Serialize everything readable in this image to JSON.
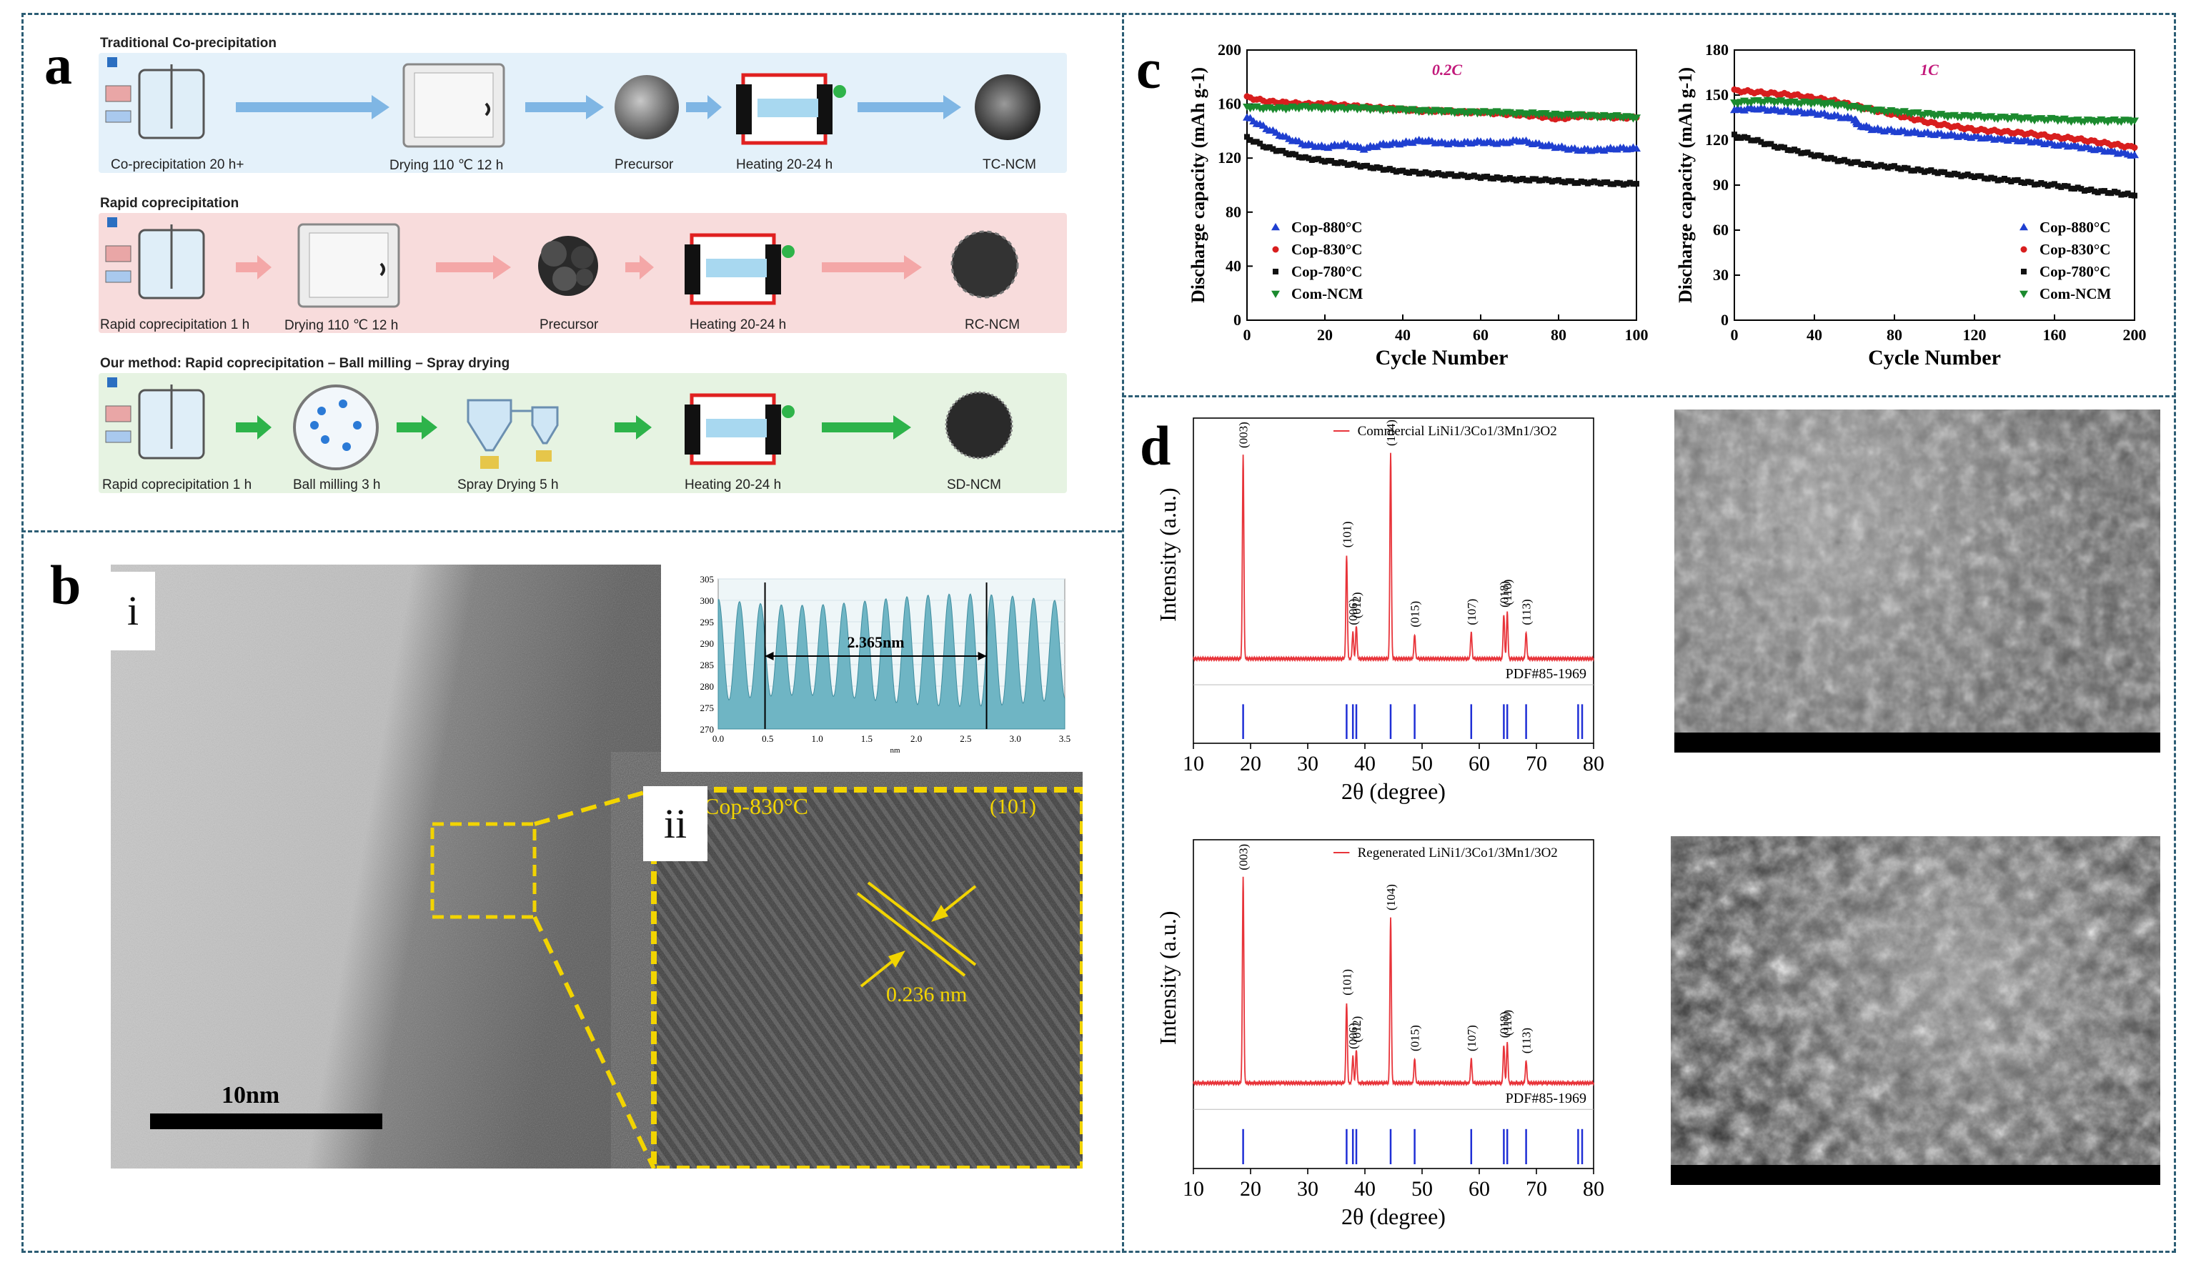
{
  "panels": {
    "a": "a",
    "b": "b",
    "c": "c",
    "d": "d"
  },
  "panel_a": {
    "rows": [
      {
        "title": "Traditional Co-precipitation",
        "captions": [
          "Co-precipitation 20 h+",
          "Drying 110 ℃ 12 h",
          "Precursor",
          "Heating 20-24 h",
          "TC-NCM"
        ]
      },
      {
        "title": "Rapid coprecipitation",
        "captions": [
          "Rapid coprecipitation 1 h",
          "Drying 110 ℃ 12 h",
          "Precursor",
          "Heating 20-24 h",
          "RC-NCM"
        ]
      },
      {
        "title": "Our method: Rapid coprecipitation – Ball milling – Spray drying",
        "captions": [
          "Rapid coprecipitation 1 h",
          "Ball milling 3 h",
          "Spray Drying 5 h",
          "Heating 20-24 h",
          "SD-NCM"
        ]
      }
    ],
    "colors": {
      "row1": "#e4f1fa",
      "row2": "#f8dcdc",
      "row3": "#e6f3e2",
      "arrow1": "#6aa8dc",
      "arrow2": "#f4a0a0",
      "arrow3": "#2db34a"
    }
  },
  "panel_b": {
    "label_i": "i",
    "label_ii": "ii",
    "scale_bar": "10nm",
    "inset_label": "Cop-830°C",
    "plane": "(101)",
    "d_spacing": "0.236 nm",
    "profile_measure": "2.365nm",
    "profile_y_ticks": [
      "305",
      "300",
      "295",
      "290",
      "285",
      "280",
      "275",
      "270"
    ],
    "profile_x_ticks": [
      "0.0",
      "0.5",
      "1.0",
      "1.5",
      "2.0",
      "2.5",
      "3.0",
      "3.5"
    ],
    "profile_xlabel": "nm"
  },
  "chart_data": [
    {
      "type": "scatter",
      "title": "0.2C",
      "xlabel": "Cycle Number",
      "ylabel": "Discharge capacity (mAh g-1)",
      "xlim": [
        0,
        100
      ],
      "ylim": [
        0,
        200
      ],
      "x_ticks": [
        "0",
        "20",
        "40",
        "60",
        "80",
        "100"
      ],
      "y_ticks": [
        "0",
        "40",
        "80",
        "120",
        "160",
        "200"
      ],
      "legend_position": "lower-left",
      "series": [
        {
          "name": "Cop-880°C",
          "color": "#1f3fd0",
          "marker": "triangle-up",
          "points": [
            [
              0,
              150
            ],
            [
              5,
              142
            ],
            [
              10,
              135
            ],
            [
              15,
              130
            ],
            [
              20,
              128
            ],
            [
              25,
              130
            ],
            [
              30,
              127
            ],
            [
              35,
              130
            ],
            [
              40,
              131
            ],
            [
              45,
              133
            ],
            [
              50,
              131
            ],
            [
              55,
              131
            ],
            [
              60,
              132
            ],
            [
              65,
              131
            ],
            [
              70,
              133
            ],
            [
              75,
              130
            ],
            [
              80,
              128
            ],
            [
              85,
              126
            ],
            [
              90,
              126
            ],
            [
              95,
              127
            ],
            [
              100,
              127
            ]
          ]
        },
        {
          "name": "Cop-830°C",
          "color": "#d81e1e",
          "marker": "circle",
          "points": [
            [
              0,
              165
            ],
            [
              5,
              162
            ],
            [
              10,
              161
            ],
            [
              15,
              160
            ],
            [
              20,
              160
            ],
            [
              25,
              159
            ],
            [
              30,
              158
            ],
            [
              35,
              157
            ],
            [
              40,
              156
            ],
            [
              45,
              155
            ],
            [
              50,
              155
            ],
            [
              55,
              154
            ],
            [
              60,
              154
            ],
            [
              65,
              153
            ],
            [
              70,
              152
            ],
            [
              75,
              151
            ],
            [
              80,
              149
            ],
            [
              85,
              151
            ],
            [
              90,
              151
            ],
            [
              95,
              150
            ],
            [
              100,
              150
            ]
          ]
        },
        {
          "name": "Cop-780°C",
          "color": "#111111",
          "marker": "square",
          "points": [
            [
              0,
              135
            ],
            [
              5,
              128
            ],
            [
              10,
              124
            ],
            [
              15,
              120
            ],
            [
              20,
              118
            ],
            [
              25,
              116
            ],
            [
              30,
              114
            ],
            [
              35,
              112
            ],
            [
              40,
              110
            ],
            [
              45,
              109
            ],
            [
              50,
              108
            ],
            [
              55,
              107
            ],
            [
              60,
              106
            ],
            [
              65,
              105
            ],
            [
              70,
              104
            ],
            [
              75,
              104
            ],
            [
              80,
              103
            ],
            [
              85,
              102
            ],
            [
              90,
              102
            ],
            [
              95,
              101
            ],
            [
              100,
              101
            ]
          ]
        },
        {
          "name": "Com-NCM",
          "color": "#1b8a2e",
          "marker": "triangle-down",
          "points": [
            [
              0,
              158
            ],
            [
              5,
              157
            ],
            [
              10,
              157
            ],
            [
              15,
              158
            ],
            [
              20,
              157
            ],
            [
              25,
              157
            ],
            [
              30,
              157
            ],
            [
              35,
              156
            ],
            [
              40,
              156
            ],
            [
              45,
              155
            ],
            [
              50,
              155
            ],
            [
              55,
              154
            ],
            [
              60,
              154
            ],
            [
              65,
              154
            ],
            [
              70,
              153
            ],
            [
              75,
              153
            ],
            [
              80,
              152
            ],
            [
              85,
              152
            ],
            [
              90,
              151
            ],
            [
              95,
              151
            ],
            [
              100,
              150
            ]
          ]
        }
      ]
    },
    {
      "type": "scatter",
      "title": "1C",
      "xlabel": "Cycle Number",
      "ylabel": "Discharge capacity (mAh g-1)",
      "xlim": [
        0,
        200
      ],
      "ylim": [
        0,
        180
      ],
      "x_ticks": [
        "0",
        "40",
        "80",
        "120",
        "160",
        "200"
      ],
      "y_ticks": [
        "0",
        "30",
        "60",
        "90",
        "120",
        "150",
        "180"
      ],
      "legend_position": "lower-right",
      "series": [
        {
          "name": "Cop-880°C",
          "color": "#1f3fd0",
          "marker": "triangle-up",
          "points": [
            [
              0,
              140
            ],
            [
              10,
              141
            ],
            [
              20,
              140
            ],
            [
              30,
              139
            ],
            [
              40,
              138
            ],
            [
              50,
              136
            ],
            [
              60,
              134
            ],
            [
              62,
              130
            ],
            [
              70,
              127
            ],
            [
              80,
              126
            ],
            [
              90,
              125
            ],
            [
              100,
              124
            ],
            [
              110,
              123
            ],
            [
              120,
              122
            ],
            [
              130,
              121
            ],
            [
              140,
              120
            ],
            [
              150,
              119
            ],
            [
              160,
              117
            ],
            [
              170,
              116
            ],
            [
              180,
              114
            ],
            [
              190,
              112
            ],
            [
              200,
              110
            ]
          ]
        },
        {
          "name": "Cop-830°C",
          "color": "#d81e1e",
          "marker": "circle",
          "points": [
            [
              0,
              153
            ],
            [
              10,
              152
            ],
            [
              20,
              151
            ],
            [
              30,
              150
            ],
            [
              40,
              148
            ],
            [
              50,
              146
            ],
            [
              60,
              143
            ],
            [
              70,
              140
            ],
            [
              80,
              137
            ],
            [
              90,
              134
            ],
            [
              100,
              131
            ],
            [
              110,
              129
            ],
            [
              120,
              127
            ],
            [
              130,
              126
            ],
            [
              140,
              125
            ],
            [
              150,
              124
            ],
            [
              160,
              122
            ],
            [
              170,
              121
            ],
            [
              180,
              119
            ],
            [
              190,
              117
            ],
            [
              200,
              115
            ]
          ]
        },
        {
          "name": "Cop-780°C",
          "color": "#111111",
          "marker": "square",
          "points": [
            [
              0,
              123
            ],
            [
              10,
              120
            ],
            [
              20,
              116
            ],
            [
              30,
              113
            ],
            [
              40,
              110
            ],
            [
              50,
              107
            ],
            [
              60,
              105
            ],
            [
              70,
              103
            ],
            [
              80,
              102
            ],
            [
              90,
              100
            ],
            [
              100,
              99
            ],
            [
              110,
              97
            ],
            [
              120,
              96
            ],
            [
              130,
              94
            ],
            [
              140,
              93
            ],
            [
              150,
              91
            ],
            [
              160,
              90
            ],
            [
              170,
              88
            ],
            [
              180,
              86
            ],
            [
              190,
              85
            ],
            [
              200,
              83
            ]
          ]
        },
        {
          "name": "Com-NCM",
          "color": "#1b8a2e",
          "marker": "triangle-down",
          "points": [
            [
              0,
              145
            ],
            [
              10,
              146
            ],
            [
              20,
              146
            ],
            [
              30,
              145
            ],
            [
              40,
              145
            ],
            [
              50,
              144
            ],
            [
              60,
              142
            ],
            [
              70,
              140
            ],
            [
              80,
              139
            ],
            [
              90,
              138
            ],
            [
              100,
              137
            ],
            [
              110,
              136
            ],
            [
              120,
              136
            ],
            [
              130,
              135
            ],
            [
              140,
              135
            ],
            [
              150,
              134
            ],
            [
              160,
              134
            ],
            [
              170,
              133
            ],
            [
              180,
              133
            ],
            [
              190,
              133
            ],
            [
              200,
              133
            ]
          ]
        }
      ]
    },
    {
      "type": "line",
      "legend": "Commercial LiNi1/3Co1/3Mn1/3O2",
      "xlabel": "2θ (degree)",
      "ylabel": "Intensity (a.u.)",
      "xlim": [
        10,
        80
      ],
      "x_ticks": [
        "10",
        "20",
        "30",
        "40",
        "50",
        "60",
        "70",
        "80"
      ],
      "pdf_label": "PDF#85-1969",
      "peaks": [
        {
          "label": "(003)",
          "x": 18.7,
          "h": 0.92
        },
        {
          "label": "(101)",
          "x": 36.8,
          "h": 0.47
        },
        {
          "label": "(006)",
          "x": 37.9,
          "h": 0.12
        },
        {
          "label": "(012)",
          "x": 38.5,
          "h": 0.15
        },
        {
          "label": "(104)",
          "x": 44.5,
          "h": 0.93
        },
        {
          "label": "(015)",
          "x": 48.7,
          "h": 0.11
        },
        {
          "label": "(107)",
          "x": 58.6,
          "h": 0.12
        },
        {
          "label": "(018)",
          "x": 64.3,
          "h": 0.2
        },
        {
          "label": "(110)",
          "x": 64.9,
          "h": 0.21
        },
        {
          "label": "(113)",
          "x": 68.2,
          "h": 0.12
        }
      ],
      "ref_lines": [
        18.7,
        36.8,
        37.9,
        38.5,
        44.5,
        48.7,
        58.6,
        64.3,
        64.9,
        68.2,
        77.3,
        78.0
      ]
    },
    {
      "type": "line",
      "legend": "Regenerated LiNi1/3Co1/3Mn1/3O2",
      "xlabel": "2θ (degree)",
      "ylabel": "Intensity (a.u.)",
      "xlim": [
        10,
        80
      ],
      "x_ticks": [
        "10",
        "20",
        "30",
        "40",
        "50",
        "60",
        "70",
        "80"
      ],
      "pdf_label": "PDF#85-1969",
      "peaks": [
        {
          "label": "(003)",
          "x": 18.7,
          "h": 0.92
        },
        {
          "label": "(101)",
          "x": 36.8,
          "h": 0.36
        },
        {
          "label": "(006)",
          "x": 37.9,
          "h": 0.12
        },
        {
          "label": "(012)",
          "x": 38.5,
          "h": 0.15
        },
        {
          "label": "(104)",
          "x": 44.5,
          "h": 0.74
        },
        {
          "label": "(015)",
          "x": 48.7,
          "h": 0.11
        },
        {
          "label": "(107)",
          "x": 58.6,
          "h": 0.11
        },
        {
          "label": "(018)",
          "x": 64.3,
          "h": 0.17
        },
        {
          "label": "(110)",
          "x": 64.9,
          "h": 0.18
        },
        {
          "label": "(113)",
          "x": 68.2,
          "h": 0.1
        }
      ],
      "ref_lines": [
        18.7,
        36.8,
        37.9,
        38.5,
        44.5,
        48.7,
        58.6,
        64.3,
        64.9,
        68.2,
        77.3,
        78.0
      ]
    }
  ]
}
